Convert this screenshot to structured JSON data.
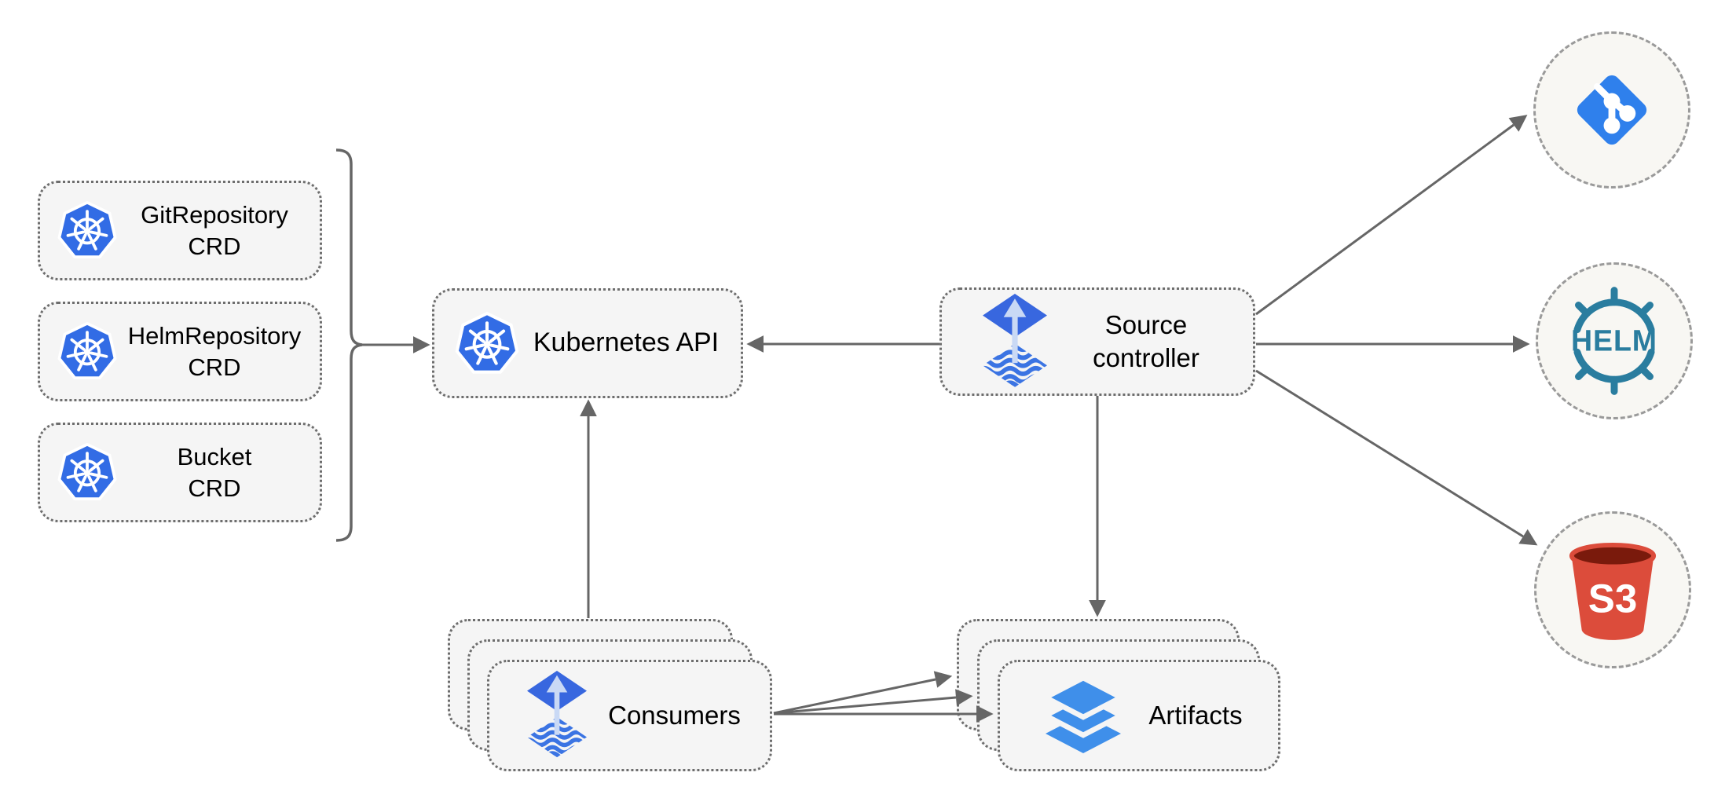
{
  "diagram": {
    "name": "flux-source-controller-architecture",
    "colors": {
      "kubernetes_blue": "#326CE5",
      "flux_blue": "#3867DF",
      "flux_arrow_light": "#C9D9F5",
      "flux_wave_blue": "#3B74E3",
      "layers_blue": "#3F8FEA",
      "git_blue": "#2F80EC",
      "helm_teal": "#2A7D9F",
      "s3_red": "#DC4C3B",
      "s3_dark_rim": "#7A1A0C",
      "line_gray": "#666666",
      "node_background": "#F5F5F5",
      "node_border": "#6D6D6D",
      "circle_background": "#F8F7F3",
      "circle_border": "#9A9A9A",
      "text_color": "#000000"
    }
  },
  "nodes": {
    "crds": [
      {
        "label": "GitRepository\nCRD",
        "icon": "kubernetes-icon"
      },
      {
        "label": "HelmRepository\nCRD",
        "icon": "kubernetes-icon"
      },
      {
        "label": "Bucket\nCRD",
        "icon": "kubernetes-icon"
      }
    ],
    "kubernetes_api": {
      "label": "Kubernetes API",
      "icon": "kubernetes-icon"
    },
    "source_controller": {
      "label": "Source\ncontroller",
      "icon": "flux-icon"
    },
    "consumers": {
      "label": "Consumers",
      "icon": "flux-icon",
      "stack_count": 3
    },
    "artifacts": {
      "label": "Artifacts",
      "icon": "layers-icon",
      "stack_count": 3
    }
  },
  "endpoints": {
    "git": {
      "icon": "git-icon"
    },
    "helm": {
      "icon": "helm-icon",
      "icon_text": "HELM"
    },
    "s3": {
      "icon": "s3-bucket-icon",
      "icon_text": "S3"
    }
  },
  "connections": [
    {
      "from": "crd-bracket",
      "to": "kubernetes_api"
    },
    {
      "from": "source_controller",
      "to": "kubernetes_api"
    },
    {
      "from": "consumers",
      "to": "kubernetes_api"
    },
    {
      "from": "source_controller",
      "to": "artifacts"
    },
    {
      "from": "source_controller",
      "to": "git"
    },
    {
      "from": "source_controller",
      "to": "helm"
    },
    {
      "from": "source_controller",
      "to": "s3"
    },
    {
      "from": "consumers",
      "to": "artifacts",
      "count": 3
    }
  ]
}
